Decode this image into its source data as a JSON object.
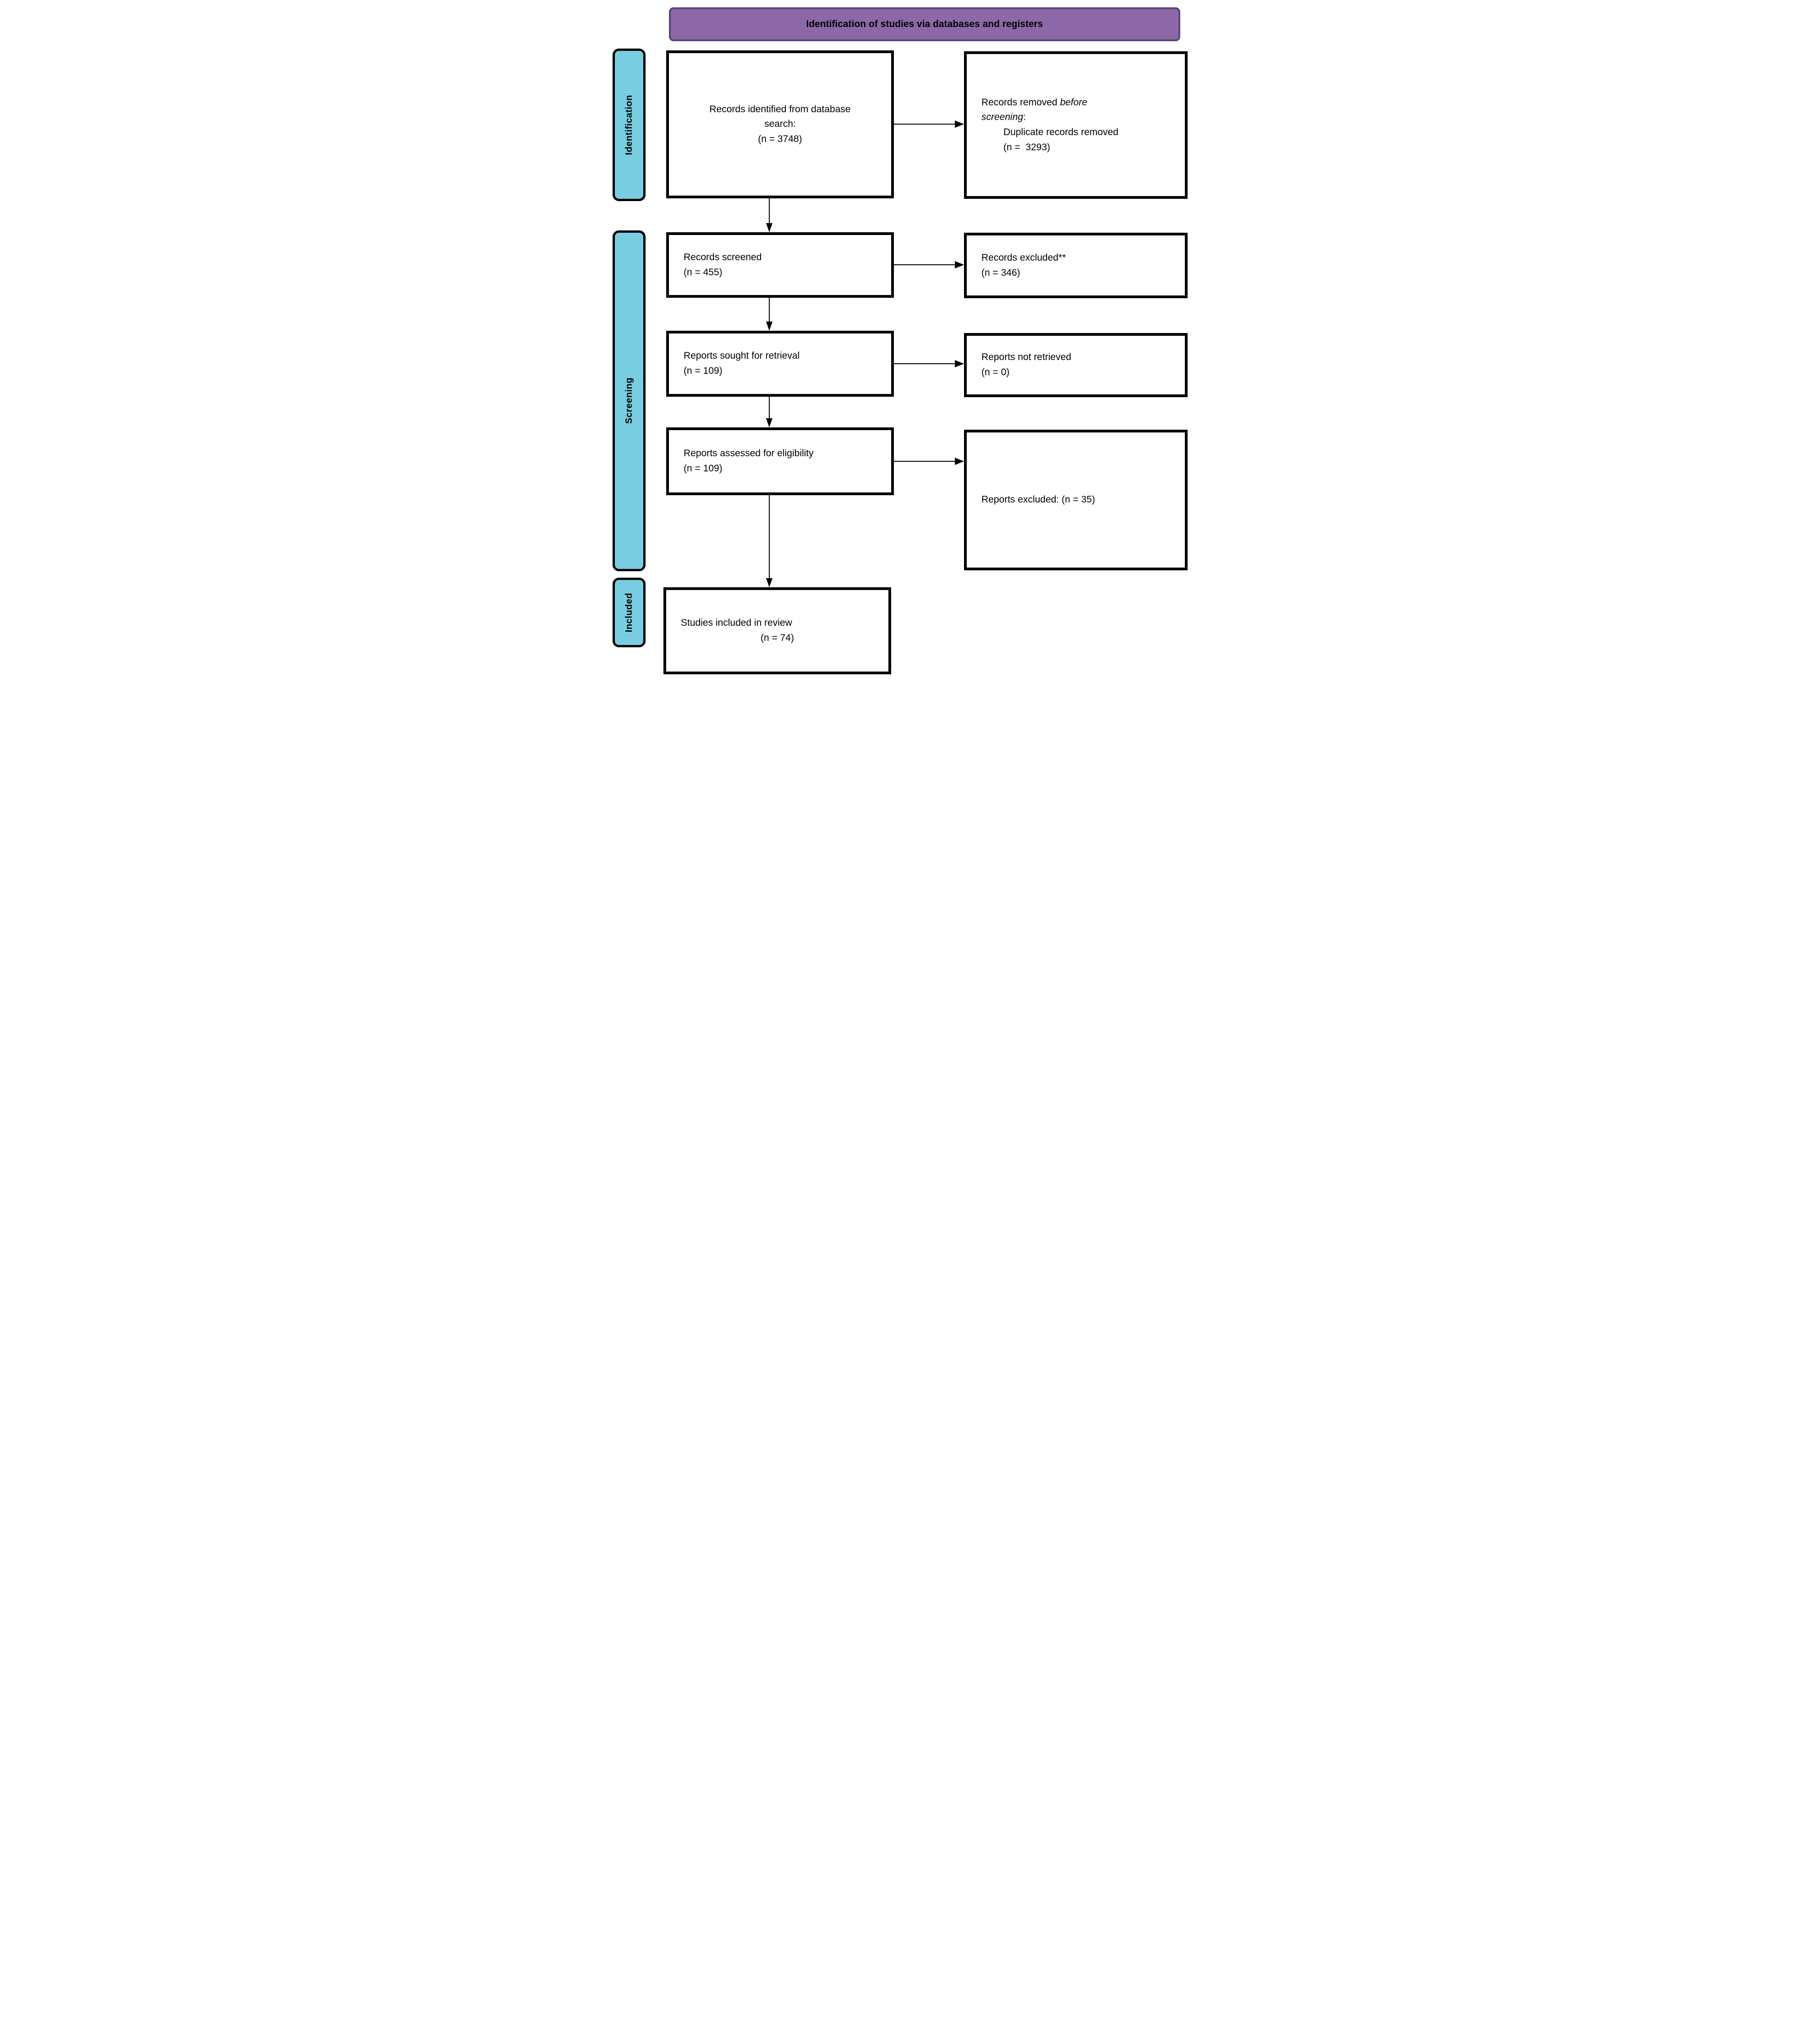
{
  "banner": {
    "label": "Identification of studies via databases and registers",
    "fill": "#8D68A8",
    "border_color": "#5B4576"
  },
  "sidebar": {
    "fill": "#78CEE0",
    "items": [
      {
        "label": "Identification"
      },
      {
        "label": "Screening"
      },
      {
        "label": "Included"
      }
    ]
  },
  "colors": {
    "box_fill": "#FFFFFF",
    "box_border": "#000000",
    "arrow": "#000000"
  },
  "flow": {
    "identified": {
      "line1": "Records identified from database",
      "line2": "search:",
      "count": "(n = 3748)"
    },
    "removed": {
      "line1_normal": "Records removed ",
      "line1_italic": "before",
      "line2_italic": "screening",
      "line2_normal": ":",
      "detail": "Duplicate records removed",
      "count": "(n =  3293)"
    },
    "screened": {
      "line1": "Records screened",
      "count": "(n = 455)"
    },
    "excluded_records": {
      "line1": "Records excluded**",
      "count": "(n = 346)"
    },
    "sought": {
      "line1": "Reports sought for retrieval",
      "count": "(n = 109)"
    },
    "not_retrieved": {
      "line1": "Reports not retrieved",
      "count": "(n = 0)"
    },
    "assessed": {
      "line1": "Reports assessed for eligibility",
      "count": "(n = 109)"
    },
    "excluded_reports": {
      "line1": "Reports excluded: (n = 35)"
    },
    "included": {
      "line1": "Studies included in review",
      "count": "(n = 74)"
    }
  }
}
